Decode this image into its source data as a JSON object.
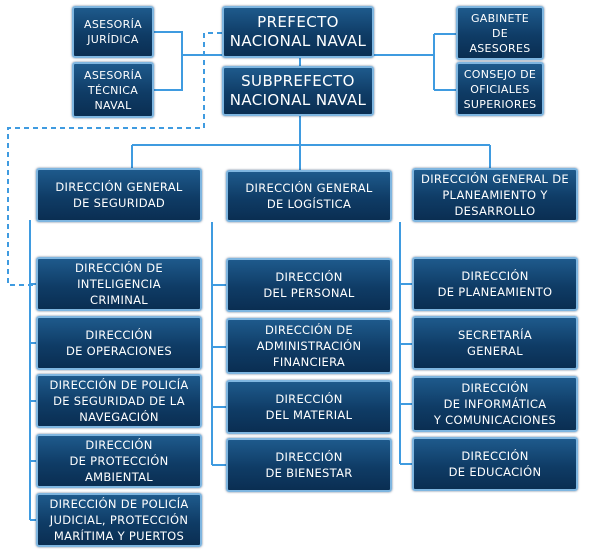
{
  "colors": {
    "box_fill": "#0f3c66",
    "box_border": "#7fb6e0",
    "line": "#3f9be0"
  },
  "nodes": {
    "asesoria_juridica": "ASESORÍA\nJURÍDICA",
    "asesoria_tecnica": "ASESORÍA\nTÉCNICA\nNAVAL",
    "prefecto": "PREFECTO\nNACIONAL NAVAL",
    "subprefecto": "SUBPREFECTO\nNACIONAL NAVAL",
    "gabinete": "GABINETE\nDE\nASESORES",
    "consejo": "CONSEJO DE\nOFICIALES\nSUPERIORES",
    "dg_seguridad": "DIRECCIÓN GENERAL\nDE SEGURIDAD",
    "dg_logistica": "DIRECCIÓN GENERAL\nDE LOGÍSTICA",
    "dg_planeamiento": "DIRECCIÓN GENERAL DE\nPLANEAMIENTO Y\nDESARROLLO",
    "d_inteligencia": "DIRECCIÓN DE\nINTELIGENCIA\nCRIMINAL",
    "d_operaciones": "DIRECCIÓN\nDE OPERACIONES",
    "d_policia_seguridad": "DIRECCIÓN DE POLICÍA\nDE SEGURIDAD DE LA\nNAVEGACIÓN",
    "d_proteccion": "DIRECCIÓN\nDE PROTECCIÓN\nAMBIENTAL",
    "d_policia_judicial": "DIRECCIÓN DE POLICÍA\nJUDICIAL, PROTECCIÓN\nMARÍTIMA Y PUERTOS",
    "d_personal": "DIRECCIÓN\nDEL PERSONAL",
    "d_administracion": "DIRECCIÓN  DE\nADMINISTRACIÓN\nFINANCIERA",
    "d_material": "DIRECCIÓN\nDEL MATERIAL",
    "d_bienestar": "DIRECCIÓN\nDE BIENESTAR",
    "d_planeamiento": "DIRECCIÓN\nDE PLANEAMIENTO",
    "secretaria": "SECRETARÍA\nGENERAL",
    "d_informatica": "DIRECCIÓN\nDE INFORMÁTICA\nY COMUNICACIONES",
    "d_educacion": "DIRECCIÓN\nDE EDUCACIÓN"
  }
}
